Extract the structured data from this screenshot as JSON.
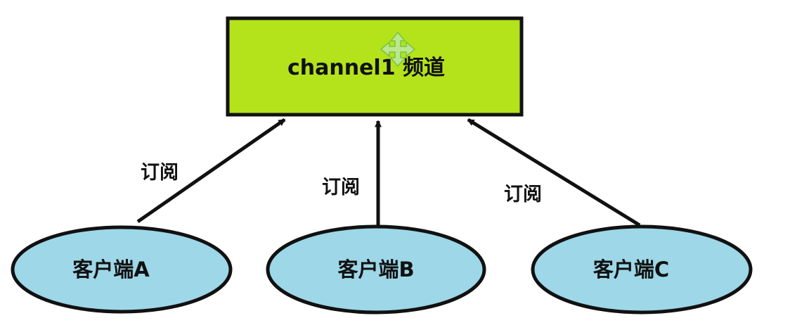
{
  "channel": {
    "label": "channel1 频道"
  },
  "clients": [
    {
      "label": "客户端A"
    },
    {
      "label": "客户端B"
    },
    {
      "label": "客户端C"
    }
  ],
  "edges": [
    {
      "label": "订阅"
    },
    {
      "label": "订阅"
    },
    {
      "label": "订阅"
    }
  ],
  "colors": {
    "channel_fill": "#b4e31c",
    "client_fill": "#9dd7e8",
    "stroke": "#111111",
    "move_cursor": "#8ed36a"
  },
  "icons": {
    "cursor": "move-cursor-icon"
  }
}
